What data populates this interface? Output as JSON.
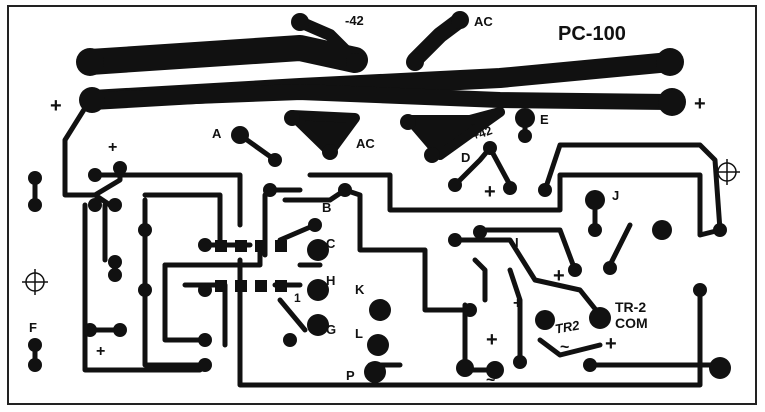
{
  "board": {
    "title": "PC-100",
    "labels": {
      "neg42": "-42",
      "ac_top": "AC",
      "ac_mid": "AC",
      "pos42": "+42",
      "tr2_board": "TR2",
      "tr2": "TR-2",
      "com": "COM",
      "minus": "−",
      "tilde_a": "~",
      "tilde_b": "~"
    },
    "pins": {
      "A": "A",
      "B": "B",
      "C": "C",
      "D": "D",
      "E": "E",
      "F": "F",
      "G": "G",
      "H": "H",
      "I": "I",
      "J": "J",
      "K": "K",
      "L": "L",
      "P": "P",
      "one": "1"
    },
    "plus": "+",
    "colors": {
      "copper": "#111111",
      "board": "#ffffff",
      "border": "#222222"
    }
  }
}
